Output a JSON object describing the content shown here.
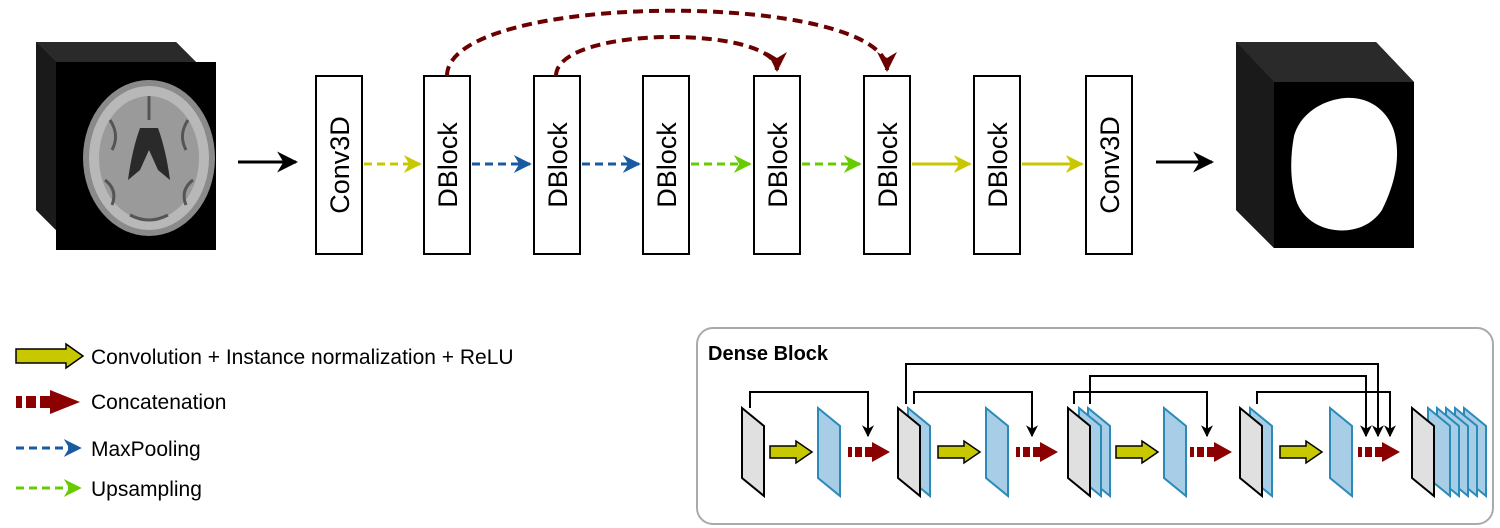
{
  "pipeline": {
    "blocks": [
      "Conv3D",
      "DBlock",
      "DBlock",
      "DBlock",
      "DBlock",
      "DBlock",
      "DBlock",
      "Conv3D"
    ]
  },
  "colors": {
    "conv_norm_relu": "#c8c800",
    "concatenation": "#8b0000",
    "maxpooling": "#1a5aa0",
    "upsampling": "#66cc00",
    "skip_arc": "#6b0000",
    "dense_layer": "#a8cde6",
    "dense_layer_border": "#2a8ab8"
  },
  "input_image": {
    "icon": "brain-mri-slice-icon"
  },
  "output_image": {
    "icon": "brain-mask-icon"
  },
  "legend": {
    "conv": "Convolution + Instance normalization + ReLU",
    "concat": "Concatenation",
    "maxpool": "MaxPooling",
    "upsample": "Upsampling"
  },
  "dense_block": {
    "title": "Dense Block"
  }
}
